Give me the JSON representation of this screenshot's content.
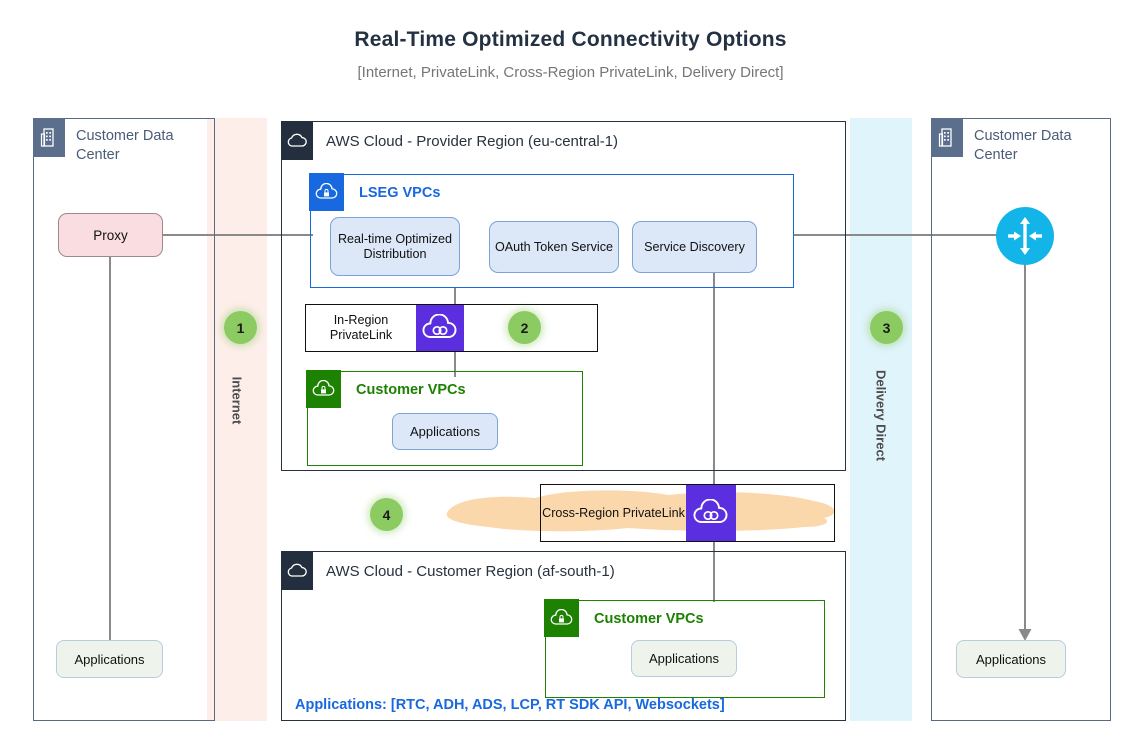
{
  "header": {
    "title": "Real-Time Optimized Connectivity Options",
    "subtitle": "[Internet, PrivateLink, Cross-Region PrivateLink, Delivery Direct]"
  },
  "bands": [
    {
      "id": "internet",
      "label": "Internet",
      "color": "#fdeeea"
    },
    {
      "id": "delivery",
      "label": "Delivery Direct",
      "color": "#e0f4fb"
    }
  ],
  "groups": {
    "customer_dc_left": {
      "title": "Customer Data Center",
      "icon": "building-icon"
    },
    "customer_dc_right": {
      "title": "Customer Data Center",
      "icon": "building-icon"
    },
    "aws_provider": {
      "title": "AWS Cloud - Provider Region (eu-central-1)",
      "icon": "aws-cloud-icon"
    },
    "aws_customer": {
      "title": "AWS Cloud - Customer Region (af-south-1)",
      "icon": "aws-cloud-icon"
    }
  },
  "vpcs": {
    "lseg": {
      "title": "LSEG VPCs",
      "icon": "vpc-lock-cloud-icon",
      "color": "#1868e0"
    },
    "customer_top": {
      "title": "Customer VPCs",
      "icon": "vpc-lock-cloud-icon",
      "color": "#1d8102"
    },
    "customer_bottom": {
      "title": "Customer VPCs",
      "icon": "vpc-lock-cloud-icon",
      "color": "#1d8102"
    }
  },
  "services": [
    {
      "id": "rt-optimized-distribution",
      "label": "Real-time Optimized Distribution"
    },
    {
      "id": "oauth-token-service",
      "label": "OAuth Token Service"
    },
    {
      "id": "service-discovery",
      "label": "Service Discovery"
    }
  ],
  "nodes": {
    "proxy": {
      "label": "Proxy",
      "color": "#fadde0"
    },
    "app_left": {
      "label": "Applications"
    },
    "app_right": {
      "label": "Applications"
    },
    "app_lseg_customer_vpc": {
      "label": "Applications"
    },
    "app_customer_region": {
      "label": "Applications"
    },
    "router": {
      "icon": "router-icon",
      "color": "#13b5e8"
    }
  },
  "privatelink": {
    "in_region": {
      "label": "In-Region PrivateLink",
      "icon": "privatelink-icon",
      "icon_color": "#5b2fe0"
    },
    "cross_region": {
      "label": "Cross-Region PrivateLink",
      "icon": "privatelink-icon",
      "icon_color": "#5b2fe0",
      "blob_color": "#fbd8ac"
    }
  },
  "badges": [
    {
      "id": "badge-1",
      "label": "1"
    },
    {
      "id": "badge-2",
      "label": "2"
    },
    {
      "id": "badge-3",
      "label": "3"
    },
    {
      "id": "badge-4",
      "label": "4"
    }
  ],
  "footer": {
    "applications_note": "Applications: [RTC, ADH, ADS, LCP, RT SDK API, Websockets]",
    "color": "#1868e0"
  }
}
